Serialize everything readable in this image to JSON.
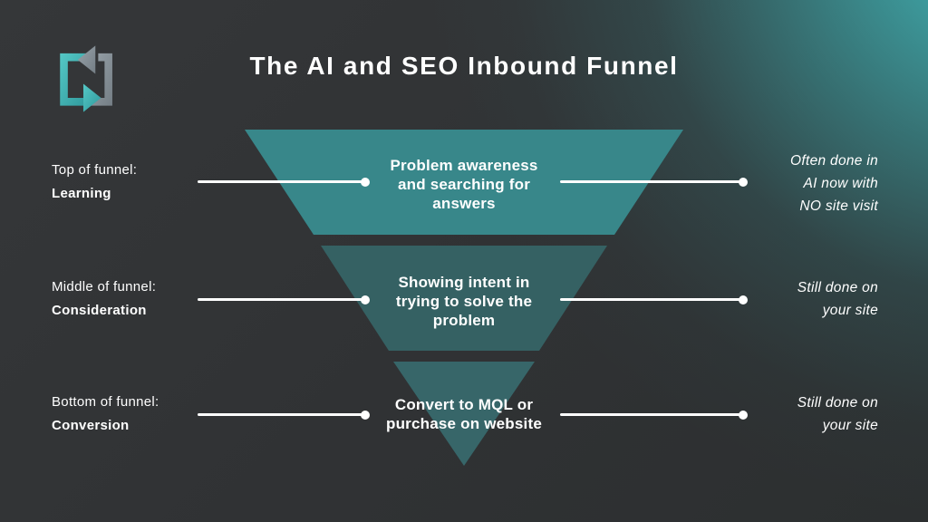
{
  "title": "The AI and SEO Inbound Funnel",
  "logo": {
    "icon": "loop-arrows-logo"
  },
  "colors": {
    "background": "#313334",
    "accent_glow": "#3cadae",
    "funnel_top": "#38878a",
    "funnel_middle": "#356163",
    "funnel_bottom": "#376669",
    "text": "#ffffff",
    "logo_teal": "#41b1b3",
    "logo_gray": "#8d979e"
  },
  "stages": [
    {
      "left_label": {
        "line1": "Top of funnel:",
        "line2": "Learning"
      },
      "funnel_lines": [
        "Problem awareness",
        "and searching for",
        "answers"
      ],
      "right_lines": [
        "Often done in",
        "AI now with",
        "NO site visit"
      ]
    },
    {
      "left_label": {
        "line1": "Middle of funnel:",
        "line2": "Consideration"
      },
      "funnel_lines": [
        "Showing intent in",
        "trying to solve the",
        "problem"
      ],
      "right_lines": [
        "Still done on",
        "your site"
      ]
    },
    {
      "left_label": {
        "line1": "Bottom of funnel:",
        "line2": "Conversion"
      },
      "funnel_lines": [
        "Convert to MQL or",
        "purchase on website"
      ],
      "right_lines": [
        "Still done on",
        "your site"
      ]
    }
  ]
}
